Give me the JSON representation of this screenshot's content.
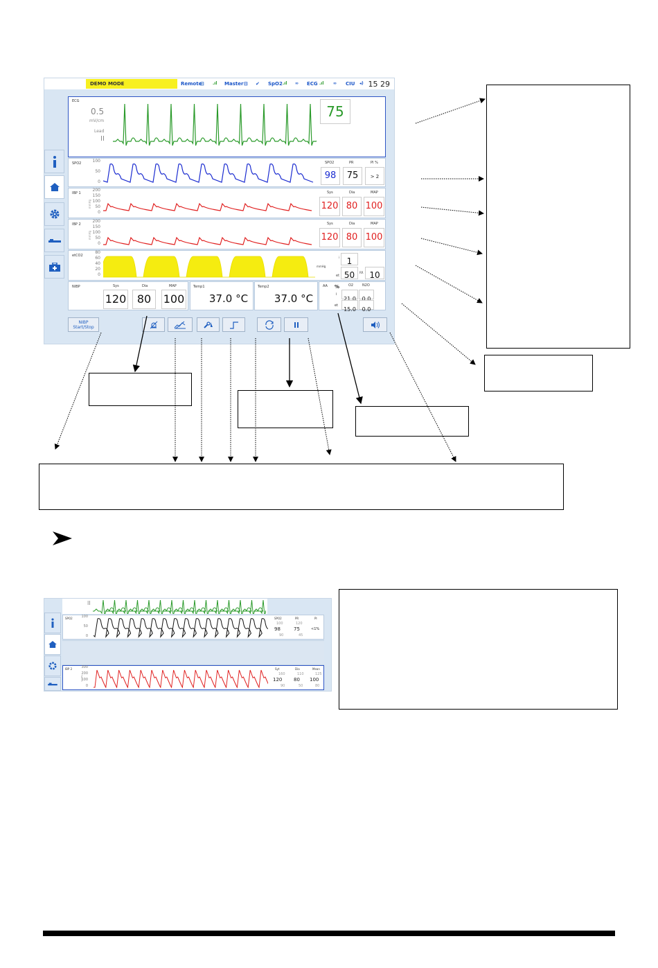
{
  "monitor": {
    "status": {
      "demo": "DEMO MODE",
      "remote": "Remote",
      "master": "Master",
      "spo2": "SpO2",
      "ecg": "ECG",
      "ciu": "CIU",
      "time": "15 29"
    },
    "ecg": {
      "label": "ECG",
      "gain": "0.5",
      "gain_unit": "mV/cm",
      "lead_label": "Lead",
      "lead": "II",
      "hr": "75"
    },
    "spo2": {
      "label": "SPO2",
      "scale": [
        "100",
        "50",
        "0"
      ],
      "col_headers": [
        "SPO2",
        "PR",
        "PI %"
      ],
      "values": [
        "98",
        "75",
        "> 2"
      ]
    },
    "ibp1": {
      "label": "IBP 1",
      "unit": "mmHg",
      "scale": [
        "200",
        "150",
        "100",
        "50",
        "0"
      ],
      "col_headers": [
        "Sys",
        "Dia",
        "MAP"
      ],
      "values": [
        "120",
        "80",
        "100"
      ]
    },
    "ibp2": {
      "label": "IBP 2",
      "unit": "mmHg",
      "scale": [
        "200",
        "150",
        "100",
        "50",
        "0"
      ],
      "col_headers": [
        "Sys",
        "Dia",
        "MAP"
      ],
      "values": [
        "120",
        "80",
        "100"
      ]
    },
    "etco2": {
      "label": "etCO2",
      "unit": "mmHg",
      "scale": [
        "80",
        "60",
        "40",
        "20",
        "0"
      ],
      "i_label": "i",
      "et_label": "et",
      "i_value": "1",
      "et_value": "50",
      "rr_label": "RR",
      "rr_value": "10"
    },
    "nibp": {
      "label": "NIBP",
      "col_headers": [
        "Sys",
        "Dia",
        "MAP"
      ],
      "values": [
        "120",
        "80",
        "100"
      ]
    },
    "temp1": {
      "label": "Temp1",
      "value": "37.0 °C"
    },
    "temp2": {
      "label": "Temp2",
      "value": "37.0 °C"
    },
    "aa": {
      "label": "AA",
      "percent": "%",
      "col_headers": [
        "O2",
        "N2O"
      ],
      "row_labels": [
        "i",
        "et"
      ],
      "rows": [
        [
          "21.0",
          "0.0"
        ],
        [
          "15.0",
          "0.0"
        ]
      ]
    },
    "buttons": {
      "nibp_start_stop": "NIBP\nStart/Stop",
      "nibp_line1": "NIBP",
      "nibp_line2": "Start/Stop"
    }
  },
  "monitor2": {
    "lead": "II",
    "spo2": {
      "label": "SPO2",
      "scale": [
        "100",
        "50",
        "0"
      ],
      "col_headers": [
        "SPO2",
        "PR",
        "PI"
      ],
      "values": [
        "98",
        "75",
        "<1%"
      ],
      "upper": [
        "100",
        "120"
      ],
      "lower": [
        "90",
        "45"
      ]
    },
    "ibp2": {
      "label": "IBP 2",
      "unit": "mmHg",
      "scale": [
        "300",
        "200",
        "100",
        "0"
      ],
      "col_headers": [
        "Syt",
        "Dia",
        "Mean"
      ],
      "values": [
        "120",
        "80",
        "100"
      ],
      "upper": [
        "160",
        "110",
        "125"
      ],
      "lower": [
        "90",
        "50",
        "80"
      ]
    }
  },
  "colors": {
    "ecg": "#2a9a2a",
    "spo2": "#1a2bd0",
    "ibp": "#e02020",
    "etco2": "#f5ec10",
    "accent": "#1f5fc0"
  }
}
